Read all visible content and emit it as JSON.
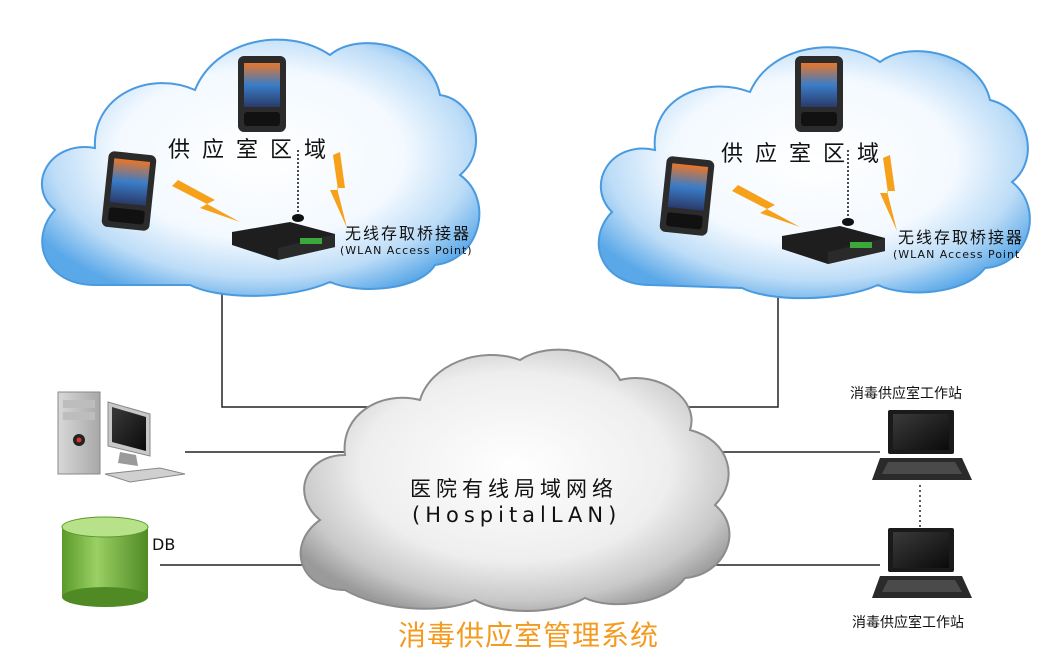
{
  "diagram": {
    "clouds": [
      {
        "area_label": "供应室区域",
        "ap_label": "无线存取桥接器",
        "ap_sublabel": "(WLAN Access Point)"
      },
      {
        "area_label": "供应室区域",
        "ap_label": "无线存取桥接器",
        "ap_sublabel": "(WLAN Access Point"
      }
    ],
    "lan_cloud": {
      "label_line1": "医院有线局域网络",
      "label_line2": "(HospitalLAN)"
    },
    "db_label": "DB",
    "workstations": [
      {
        "label": "消毒供应室工作站"
      },
      {
        "label": "消毒供应室工作站"
      }
    ],
    "system_title": "消毒供应室管理系统",
    "colors": {
      "title": "#f39a1f",
      "cloud_blue": "#5aa8e8",
      "lightning": "#f7a11a",
      "db_green": "#7cc242"
    }
  }
}
